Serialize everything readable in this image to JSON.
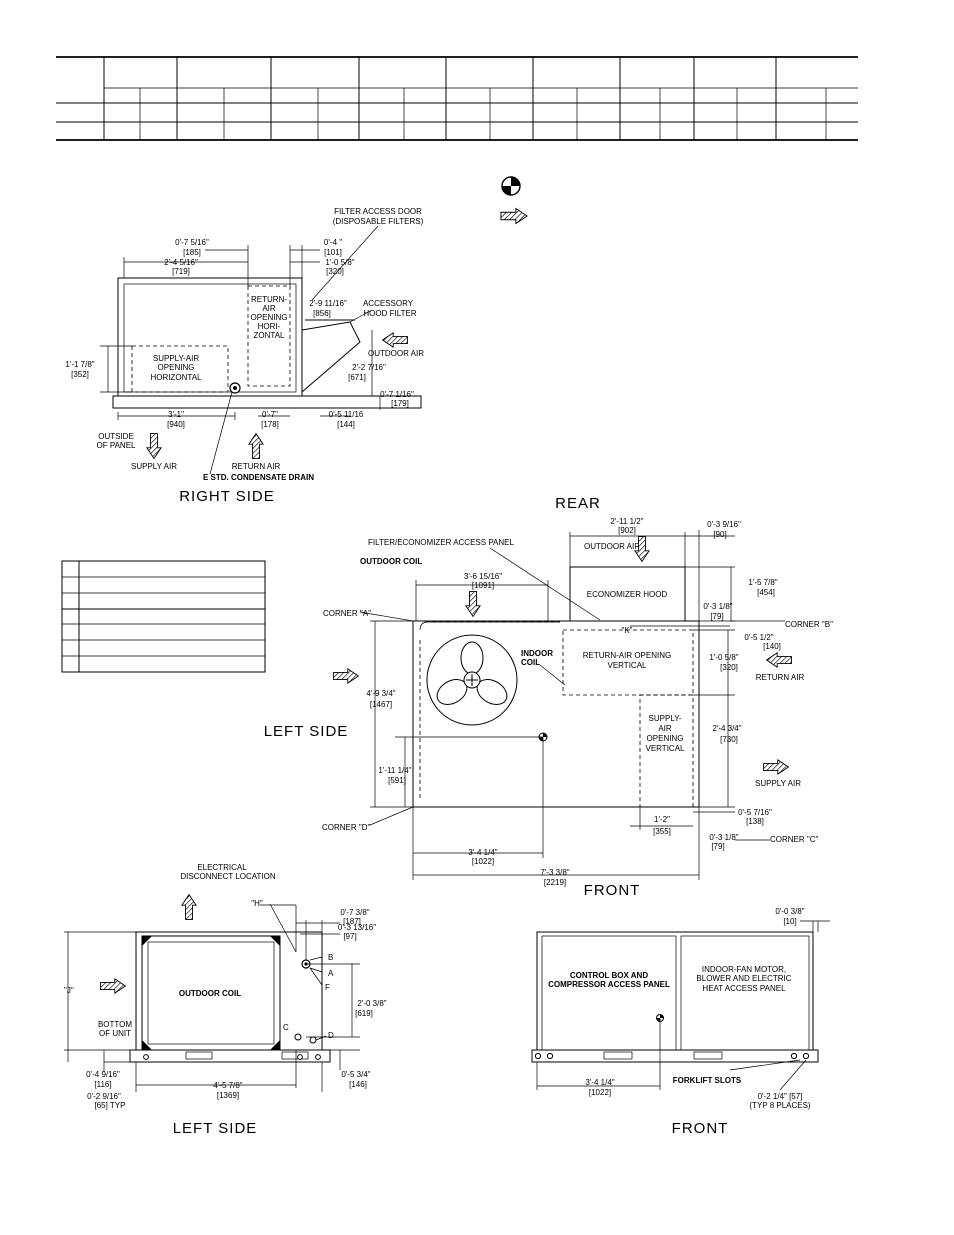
{
  "right_side": {
    "filter_access_door": [
      "FILTER ACCESS DOOR",
      "(DISPOSABLE FILTERS)"
    ],
    "dim_0_7_5_16": [
      "0'-7 5/16\"",
      "[185]"
    ],
    "dim_2_4_5_16": [
      "2'-4 5/16\"",
      "[719]"
    ],
    "dim_0_4": [
      "0'-4 \"",
      "[101]"
    ],
    "dim_1_0_5_8": [
      "1'-0 5/8\"",
      "[320]"
    ],
    "dim_2_9_11_16": [
      "2'-9 11/16\"",
      "[856]"
    ],
    "accessory_hood_filter": [
      "ACCESSORY",
      "HOOD FILTER"
    ],
    "return_air_horizontal": [
      "RETURN-",
      "AIR",
      "OPENING",
      "HORI-",
      "ZONTAL"
    ],
    "supply_air_horizontal": [
      "SUPPLY-AIR",
      "OPENING",
      "HORIZONTAL"
    ],
    "dim_1_1_7_8": [
      "1'-1 7/8\"",
      "[352]"
    ],
    "outdoor_air": "OUTDOOR AIR",
    "dim_2_2_7_16": [
      "2'-2 7/16\"",
      "[671]"
    ],
    "dim_0_7_1_16": [
      "0'-7 1/16\"",
      "[179]"
    ],
    "dim_3_1": [
      "3'-1\"",
      "[940]"
    ],
    "dim_0_7": [
      "0'-7\"",
      "[178]"
    ],
    "dim_0_5_11_16": [
      "0'-5 11/16",
      "[144]"
    ],
    "outside_of_panel": [
      "OUTSIDE",
      "OF PANEL"
    ],
    "supply_air": "SUPPLY AIR",
    "return_air": "RETURN AIR",
    "condensate_drain": "E STD. CONDENSATE DRAIN",
    "title": "RIGHT SIDE"
  },
  "top_view": {
    "rear": "REAR",
    "dim_2_11_1_2": [
      "2'-11 1/2\"",
      "[902]"
    ],
    "dim_0_3_9_16": [
      "0'-3 9/16\"",
      "[90]"
    ],
    "filter_economizer_panel": "FILTER/ECONOMIZER ACCESS PANEL",
    "outdoor_coil": "OUTDOOR COIL",
    "outdoor_air": "OUTDOOR AIR",
    "dim_3_6_15_16": [
      "3'-6 15/16\"",
      "[1091]"
    ],
    "economizer_hood": "ECONOMIZER HOOD",
    "dim_1_5_7_8": [
      "1'-5 7/8\"",
      "[454]"
    ],
    "dim_0_3_1_8_top": [
      "0'-3 1/8\"",
      "[79]"
    ],
    "corner_a": "CORNER \"A\"",
    "corner_b": "CORNER \"B\"",
    "corner_c": "CORNER \"C\"",
    "corner_d": "CORNER \"D\"",
    "k_label": "\"K\"",
    "dim_0_5_1_2": [
      "0'-5 1/2\"",
      "[140]"
    ],
    "indoor_coil": [
      "INDOOR",
      "COIL"
    ],
    "return_air_vertical": [
      "RETURN-AIR OPENING",
      "VERTICAL"
    ],
    "dim_1_0_5_8": [
      "1'-0 5/8\"",
      "[320]"
    ],
    "return_air": "RETURN AIR",
    "dim_4_9_3_4": [
      "4'-9 3/4\"",
      "[1467]"
    ],
    "supply_air_vertical": [
      "SUPPLY-",
      "AIR",
      "OPENING",
      "VERTICAL"
    ],
    "dim_2_4_3_4": [
      "2'-4 3/4\"",
      "[730]"
    ],
    "left_side": "LEFT SIDE",
    "supply_air": "SUPPLY AIR",
    "dim_1_11_1_4": [
      "1'-11 1/4\"",
      "[591]"
    ],
    "dim_0_5_7_16": [
      "0'-5 7/16\"",
      "[138]"
    ],
    "dim_1_2": [
      "1'-2\"",
      "[355]"
    ],
    "dim_0_3_1_8_bot": [
      "0'-3 1/8\"",
      "[79]"
    ],
    "dim_3_4_1_4": [
      "3'-4 1/4\"",
      "[1022]"
    ],
    "dim_7_3_3_8": [
      "7'-3 3/8\"",
      "[2219]"
    ],
    "front": "FRONT"
  },
  "left_side_view": {
    "electrical_disconnect": [
      "ELECTRICAL",
      "DISCONNECT LOCATION"
    ],
    "h_label": "\"H\"",
    "j_label": "\"J\"",
    "dim_0_7_3_8": [
      "0'-7 3/8\"",
      "[187]"
    ],
    "dim_0_3_13_16": [
      "0'-3 13/16\"",
      "[97]"
    ],
    "outdoor_coil": "OUTDOOR COIL",
    "bottom_of_unit": [
      "BOTTOM",
      "OF UNIT"
    ],
    "letters": [
      "B",
      "A",
      "F",
      "C",
      "D"
    ],
    "dim_2_0_3_8": [
      "2'-0 3/8\"",
      "[619]"
    ],
    "dim_0_4_9_16": [
      "0'-4 9/16\"",
      "[116]"
    ],
    "dim_0_2_9_16": [
      "0'-2 9/16\"",
      "[65] TYP"
    ],
    "dim_4_5_7_8": [
      "4'-5 7/8\"",
      "[1369]"
    ],
    "dim_0_5_3_4": [
      "0'-5 3/4\"",
      "[146]"
    ],
    "title": "LEFT SIDE"
  },
  "front_view": {
    "dim_0_0_3_8": [
      "0'-0 3/8\"",
      "[10]"
    ],
    "control_box": [
      "CONTROL BOX AND",
      "COMPRESSOR ACCESS PANEL"
    ],
    "indoor_fan": [
      "INDOOR-FAN MOTOR,",
      "BLOWER AND ELECTRIC",
      "HEAT ACCESS PANEL"
    ],
    "forklift_slots": "FORKLIFT SLOTS",
    "dim_3_4_1_4": [
      "3'-4 1/4\"",
      "[1022]"
    ],
    "dim_0_2_1_4": [
      "0'-2 1/4\" [57]",
      "(TYP 8 PLACES)"
    ],
    "title": "FRONT"
  },
  "icons": [
    "center-of-gravity-icon",
    "airflow-arrow-icon"
  ]
}
